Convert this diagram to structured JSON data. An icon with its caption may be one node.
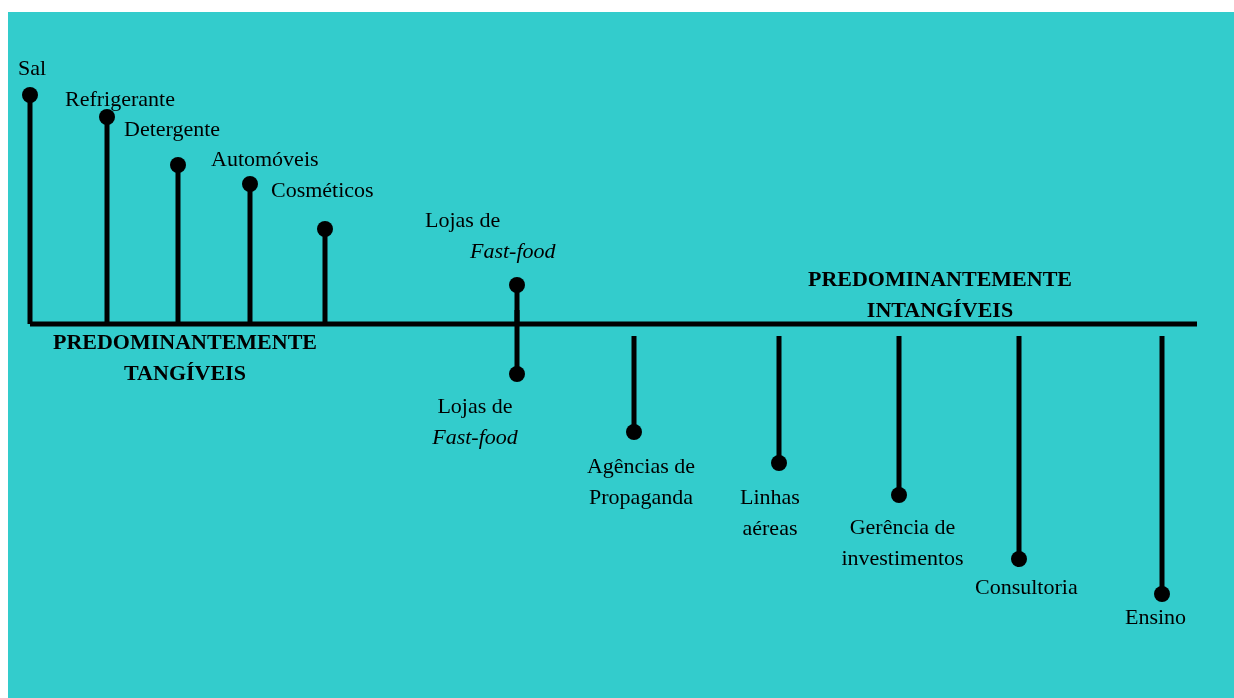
{
  "diagram": {
    "labels": [
      "Sal",
      "Refrigerante",
      "Detergente",
      "Automóveis",
      "Cosméticos",
      "Lojas de *Fast-food*",
      "PREDOMINANTEMENTE INTANGÍVEIS",
      "PREDOMINANTEMENTE TANGÍVEIS",
      "Lojas de *Fast-food*",
      "Agências de Propaganda",
      "Linhas aéreas",
      "Gerência de investimentos",
      "Consultoria",
      "Ensino"
    ]
  }
}
